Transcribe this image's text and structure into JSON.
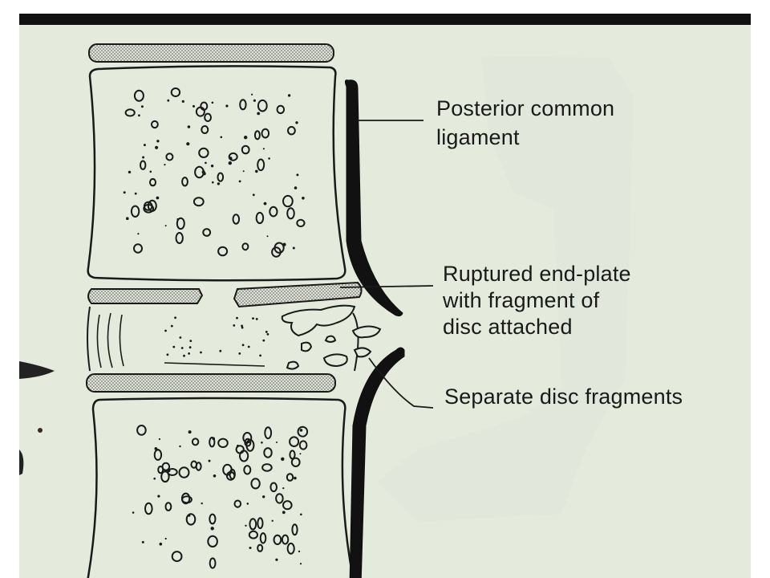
{
  "colors": {
    "paper": "#e4eadc",
    "ink": "#1a1a1a",
    "frame": "#111111",
    "hatch_fill": "#cfd3c6"
  },
  "labels": {
    "posterior_ligament": [
      "Posterior common",
      "ligament"
    ],
    "ruptured_end_plate": [
      "Ruptured end-plate",
      "with fragment of",
      "disc attached"
    ],
    "separate_fragments": [
      "Separate disc fragments"
    ]
  }
}
